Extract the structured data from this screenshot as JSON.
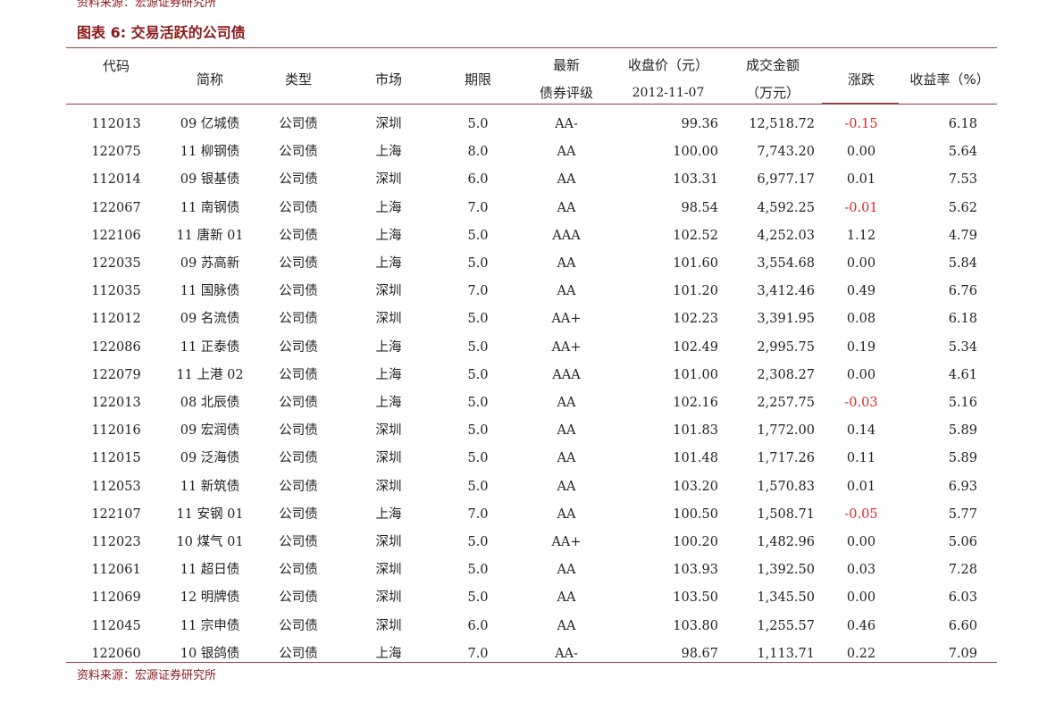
{
  "source_top": "资料来源：宏源证券研究所",
  "figure_title": "图表 6:  交易活跃的公司债",
  "source_bottom": "资料来源：宏源证券研究所",
  "header": {
    "code": "代码",
    "name": "简称",
    "type": "类型",
    "market": "市场",
    "term": "期限",
    "rating_1": "最新",
    "rating_2": "债券评级",
    "price_1": "收盘价（元）",
    "price_2": "2012-11-07",
    "volume_1": "成交金额",
    "volume_2": "（万元）",
    "change": "涨跌",
    "yield": "收益率（%）"
  },
  "negative_color": "#e0262a",
  "rows": [
    {
      "code": "112013",
      "name": "09 亿城债",
      "type": "公司债",
      "market": "深圳",
      "term": "5.0",
      "rating": "AA-",
      "price": "99.36",
      "volume": "12,518.72",
      "change": "-0.15",
      "yield": "6.18"
    },
    {
      "code": "122075",
      "name": "11 柳钢债",
      "type": "公司债",
      "market": "上海",
      "term": "8.0",
      "rating": "AA",
      "price": "100.00",
      "volume": "7,743.20",
      "change": "0.00",
      "yield": "5.64"
    },
    {
      "code": "112014",
      "name": "09 银基债",
      "type": "公司债",
      "market": "深圳",
      "term": "6.0",
      "rating": "AA",
      "price": "103.31",
      "volume": "6,977.17",
      "change": "0.01",
      "yield": "7.53"
    },
    {
      "code": "122067",
      "name": "11 南钢债",
      "type": "公司债",
      "market": "上海",
      "term": "7.0",
      "rating": "AA",
      "price": "98.54",
      "volume": "4,592.25",
      "change": "-0.01",
      "yield": "5.62"
    },
    {
      "code": "122106",
      "name": "11 唐新 01",
      "type": "公司债",
      "market": "上海",
      "term": "5.0",
      "rating": "AAA",
      "price": "102.52",
      "volume": "4,252.03",
      "change": "1.12",
      "yield": "4.79"
    },
    {
      "code": "122035",
      "name": "09 苏高新",
      "type": "公司债",
      "market": "上海",
      "term": "5.0",
      "rating": "AA",
      "price": "101.60",
      "volume": "3,554.68",
      "change": "0.00",
      "yield": "5.84"
    },
    {
      "code": "112035",
      "name": "11 国脉债",
      "type": "公司债",
      "market": "深圳",
      "term": "7.0",
      "rating": "AA",
      "price": "101.20",
      "volume": "3,412.46",
      "change": "0.49",
      "yield": "6.76"
    },
    {
      "code": "112012",
      "name": "09 名流债",
      "type": "公司债",
      "market": "深圳",
      "term": "5.0",
      "rating": "AA+",
      "price": "102.23",
      "volume": "3,391.95",
      "change": "0.08",
      "yield": "6.18"
    },
    {
      "code": "122086",
      "name": "11 正泰债",
      "type": "公司债",
      "market": "上海",
      "term": "5.0",
      "rating": "AA+",
      "price": "102.49",
      "volume": "2,995.75",
      "change": "0.19",
      "yield": "5.34"
    },
    {
      "code": "122079",
      "name": "11 上港 02",
      "type": "公司债",
      "market": "上海",
      "term": "5.0",
      "rating": "AAA",
      "price": "101.00",
      "volume": "2,308.27",
      "change": "0.00",
      "yield": "4.61"
    },
    {
      "code": "122013",
      "name": "08 北辰债",
      "type": "公司债",
      "market": "上海",
      "term": "5.0",
      "rating": "AA",
      "price": "102.16",
      "volume": "2,257.75",
      "change": "-0.03",
      "yield": "5.16"
    },
    {
      "code": "112016",
      "name": "09 宏润债",
      "type": "公司债",
      "market": "深圳",
      "term": "5.0",
      "rating": "AA",
      "price": "101.83",
      "volume": "1,772.00",
      "change": "0.14",
      "yield": "5.89"
    },
    {
      "code": "112015",
      "name": "09 泛海债",
      "type": "公司债",
      "market": "深圳",
      "term": "5.0",
      "rating": "AA",
      "price": "101.48",
      "volume": "1,717.26",
      "change": "0.11",
      "yield": "5.89"
    },
    {
      "code": "112053",
      "name": "11 新筑债",
      "type": "公司债",
      "market": "深圳",
      "term": "5.0",
      "rating": "AA",
      "price": "103.20",
      "volume": "1,570.83",
      "change": "0.01",
      "yield": "6.93"
    },
    {
      "code": "122107",
      "name": "11 安钢 01",
      "type": "公司债",
      "market": "上海",
      "term": "7.0",
      "rating": "AA",
      "price": "100.50",
      "volume": "1,508.71",
      "change": "-0.05",
      "yield": "5.77"
    },
    {
      "code": "112023",
      "name": "10 煤气 01",
      "type": "公司债",
      "market": "深圳",
      "term": "5.0",
      "rating": "AA+",
      "price": "100.20",
      "volume": "1,482.96",
      "change": "0.00",
      "yield": "5.06"
    },
    {
      "code": "112061",
      "name": "11 超日债",
      "type": "公司债",
      "market": "深圳",
      "term": "5.0",
      "rating": "AA",
      "price": "103.93",
      "volume": "1,392.50",
      "change": "0.03",
      "yield": "7.28"
    },
    {
      "code": "112069",
      "name": "12 明牌债",
      "type": "公司债",
      "market": "深圳",
      "term": "5.0",
      "rating": "AA",
      "price": "103.50",
      "volume": "1,345.50",
      "change": "0.00",
      "yield": "6.03"
    },
    {
      "code": "112045",
      "name": "11 宗申债",
      "type": "公司债",
      "market": "深圳",
      "term": "6.0",
      "rating": "AA",
      "price": "103.80",
      "volume": "1,255.57",
      "change": "0.46",
      "yield": "6.60"
    },
    {
      "code": "122060",
      "name": "10 银鸽债",
      "type": "公司债",
      "market": "上海",
      "term": "7.0",
      "rating": "AA-",
      "price": "98.67",
      "volume": "1,113.71",
      "change": "0.22",
      "yield": "7.09"
    }
  ]
}
